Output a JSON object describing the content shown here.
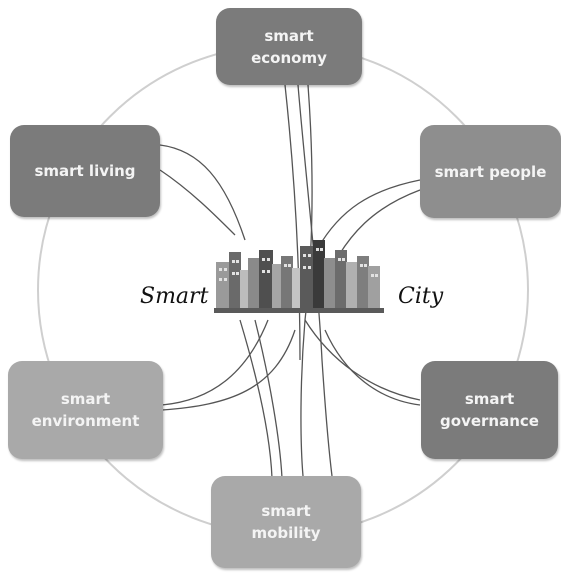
{
  "center": {
    "left_word": "Smart",
    "right_word": "City"
  },
  "nodes": {
    "economy": {
      "line1": "smart",
      "line2": "economy"
    },
    "people": {
      "line1": "smart people"
    },
    "governance": {
      "line1": "smart",
      "line2": "governance"
    },
    "mobility": {
      "line1": "smart",
      "line2": "mobility"
    },
    "environment": {
      "line1": "smart",
      "line2": "environment"
    },
    "living": {
      "line1": "smart living"
    }
  },
  "colors": {
    "dark_box": "#7b7b7b",
    "mid_box": "#8e8e8e",
    "light_box": "#a9a9a9",
    "ring": "#cfcfcf",
    "wires": "#555555"
  }
}
